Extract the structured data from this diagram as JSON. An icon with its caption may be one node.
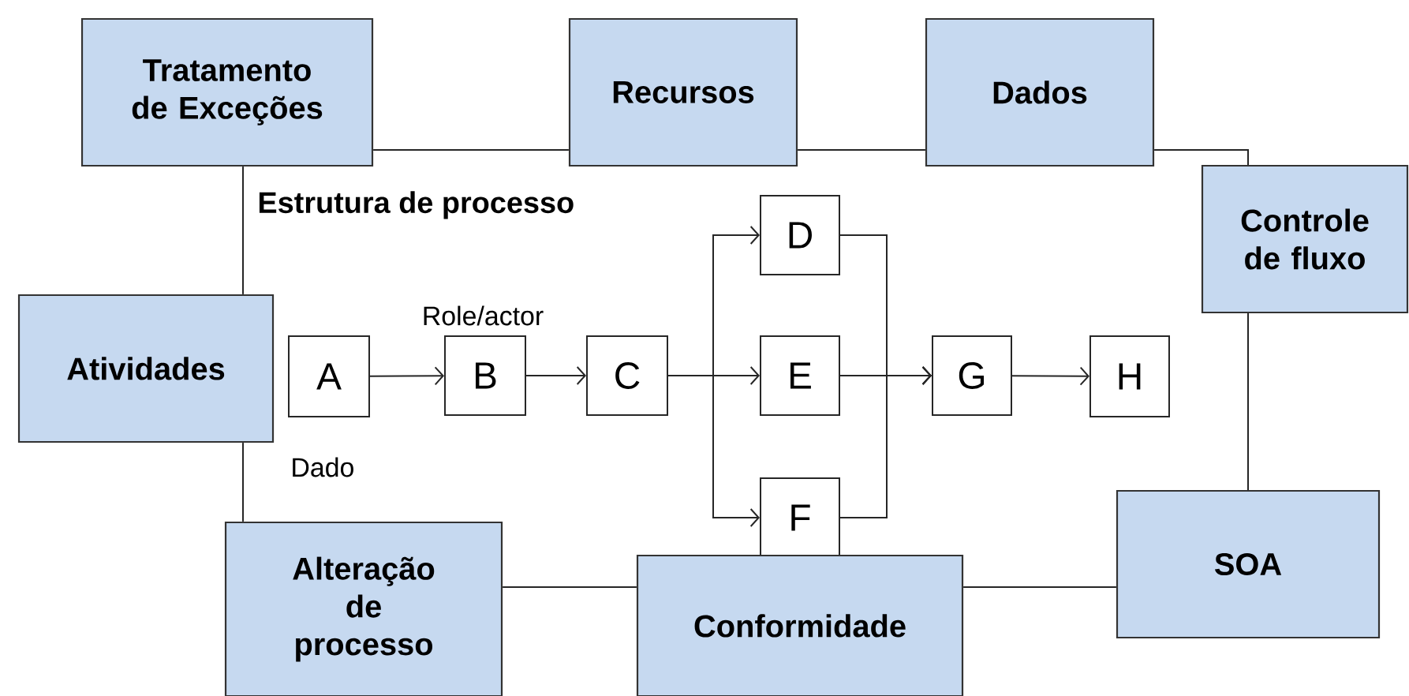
{
  "diagram": {
    "nodes": [
      {
        "text": [
          "Tratamento de Exceções"
        ]
      },
      {
        "text": [
          "Recursos"
        ]
      },
      {
        "text": [
          "Dados"
        ]
      },
      {
        "text": [
          "Controle de fluxo"
        ]
      },
      {
        "text": [
          "Atividades"
        ]
      },
      {
        "text": [
          "A"
        ],
        "beside": [
          "Dado"
        ]
      },
      {
        "text": [
          "B"
        ],
        "beside": [
          "Role/actor"
        ]
      },
      {
        "text": [
          "C"
        ]
      },
      {
        "text": [
          "D"
        ]
      },
      {
        "text": [
          "E"
        ]
      },
      {
        "text": [
          "F"
        ]
      },
      {
        "text": [
          "G"
        ]
      },
      {
        "text": [
          "H"
        ]
      },
      {
        "text": [
          "Alteração de processo"
        ]
      },
      {
        "text": [
          "Conformidade"
        ]
      },
      {
        "text": [
          "SOA"
        ]
      }
    ],
    "edges": [
      {
        "from": 0,
        "to": 1,
        "arrow": "none"
      },
      {
        "from": 1,
        "to": 2,
        "arrow": "none"
      },
      {
        "from": 2,
        "to": 3,
        "arrow": "none"
      },
      {
        "from": 0,
        "to": 4,
        "arrow": "none"
      },
      {
        "from": 4,
        "to": 13,
        "arrow": "none"
      },
      {
        "from": 13,
        "to": 14,
        "arrow": "none"
      },
      {
        "from": 14,
        "to": 15,
        "arrow": "none"
      },
      {
        "from": 15,
        "to": 3,
        "arrow": "none"
      },
      {
        "from": 5,
        "to": 6,
        "arrow": "to"
      },
      {
        "from": 6,
        "to": 7,
        "arrow": "to"
      },
      {
        "from": 7,
        "to": 8,
        "arrow": "to"
      },
      {
        "from": 7,
        "to": 9,
        "arrow": "to"
      },
      {
        "from": 7,
        "to": 10,
        "arrow": "to"
      },
      {
        "from": 8,
        "to": 11,
        "arrow": "to"
      },
      {
        "from": 9,
        "to": 11,
        "arrow": "to"
      },
      {
        "from": 10,
        "to": 11,
        "arrow": "to"
      },
      {
        "from": 11,
        "to": 12,
        "arrow": "to"
      }
    ],
    "labels": [
      "Estrutura de processo"
    ]
  }
}
